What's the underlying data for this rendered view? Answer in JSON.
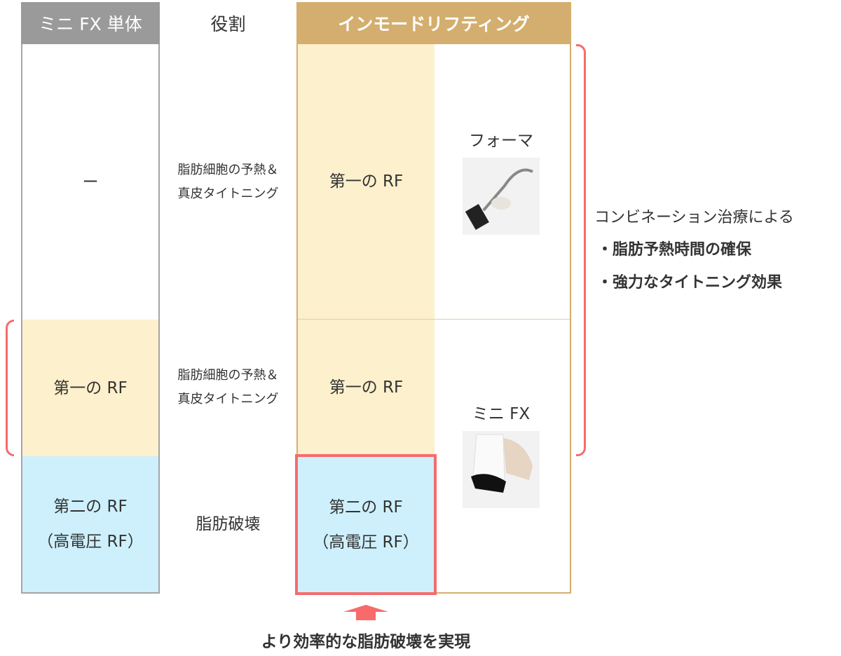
{
  "left_column": {
    "header": "ミニ FX 単体",
    "cells": [
      "ー",
      "第一の RF",
      "第二の RF",
      "（高電圧 RF）"
    ]
  },
  "roles": {
    "header": "役割",
    "row1": [
      "脂肪細胞の予熱＆",
      "真皮タイトニング"
    ],
    "row2": [
      "脂肪細胞の予熱＆",
      "真皮タイトニング"
    ],
    "row3": "脂肪破壊"
  },
  "right_table": {
    "header": "インモードリフティング",
    "cells": [
      "第一の RF",
      "第一の RF",
      "第二の RF",
      "（高電圧 RF）"
    ],
    "devices": [
      "フォーマ",
      "ミニ FX"
    ]
  },
  "benefits": {
    "title": "コンビネーション治療による",
    "items": [
      "・脂肪予熱時間の確保",
      "・強力なタイトニング効果"
    ]
  },
  "footer": "より効率的な脂肪破壊を実現",
  "colors": {
    "gray": "#9a9a9a",
    "gold": "#d4ae6e",
    "yellow": "#fdf0cc",
    "blue": "#cdf0fc",
    "red": "#f76b6b"
  }
}
